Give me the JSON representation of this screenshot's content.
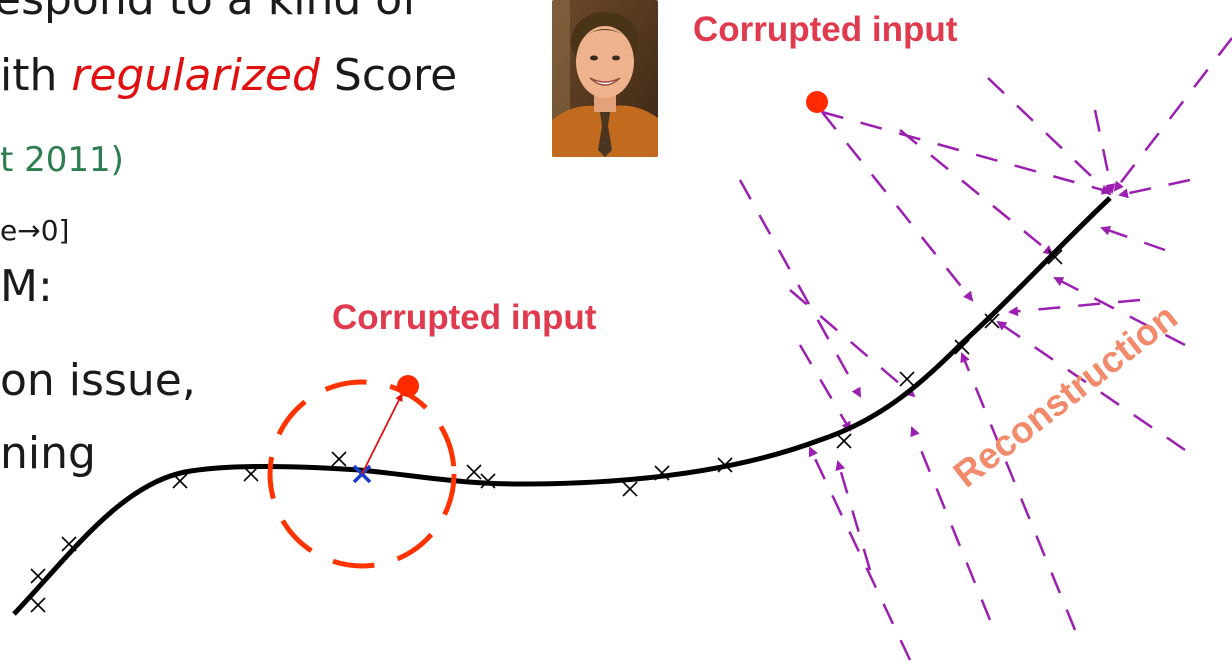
{
  "text_lines": {
    "line1": "espond to a kind of",
    "line2_prefix": "ith ",
    "line2_emph": "regularized",
    "line2_suffix": " Score",
    "line3": "t 2011)",
    "line4": "e→0]",
    "line5": "M:",
    "line6": "on issue,",
    "line7": "ning"
  },
  "labels": {
    "corrupted_input_top": "Corrupted input",
    "corrupted_input_mid": "Corrupted input",
    "reconstruction": "Reconstruction"
  },
  "colors": {
    "manifold": "#000000",
    "corrupted_point": "#ff2a00",
    "noise_circle": "#ff3300",
    "projection_cross": "#1a3ccc",
    "arrows": "#9b1fb0",
    "label": "#e03a4e",
    "reconstruction_label": "#f28a6c",
    "emphasis": "#e01010",
    "citation": "#2e7d4f"
  },
  "icons": {
    "photo": "portrait-photo",
    "sample_marker": "cross-marker",
    "corrupted_marker": "red-dot"
  }
}
